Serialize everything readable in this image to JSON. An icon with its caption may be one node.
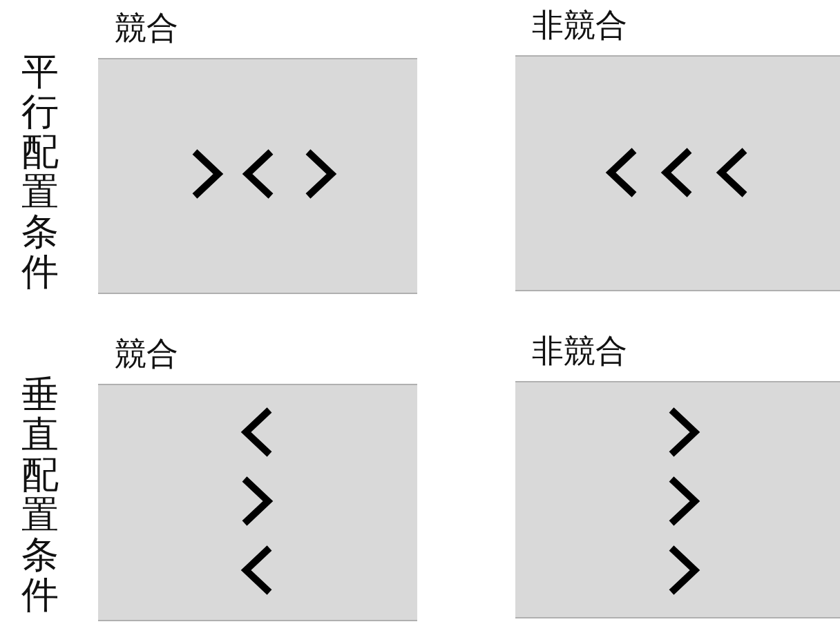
{
  "diagram": {
    "nodes": [
      {
        "text": [
          "競合"
        ]
      },
      {
        "text": [
          "非競合"
        ]
      },
      {
        "text": [
          "競合"
        ]
      },
      {
        "text": [
          "非競合"
        ]
      }
    ],
    "labels": [
      "平行配置条件",
      "垂直配置条件"
    ]
  }
}
